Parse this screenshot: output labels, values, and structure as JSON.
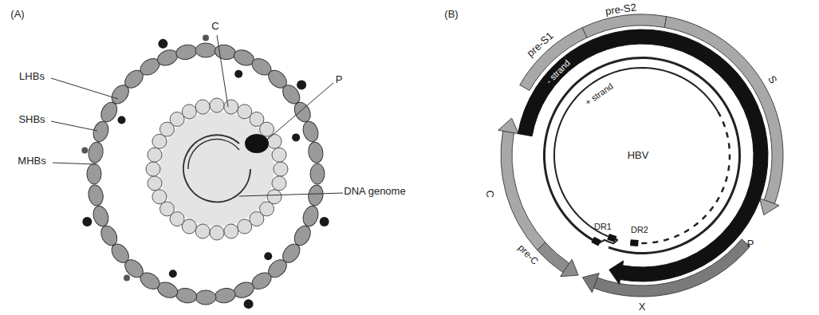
{
  "diagram": {
    "labels": [
      "(A)",
      "LHBs",
      "SHBs",
      "MHBs",
      "C",
      "P",
      "DNA genome",
      "(B)",
      "pre-S1",
      "pre-S2",
      "S",
      "- strand",
      "+ strand",
      "HBV",
      "DR1",
      "DR2",
      "P",
      "X",
      "C",
      "pre-C"
    ]
  }
}
